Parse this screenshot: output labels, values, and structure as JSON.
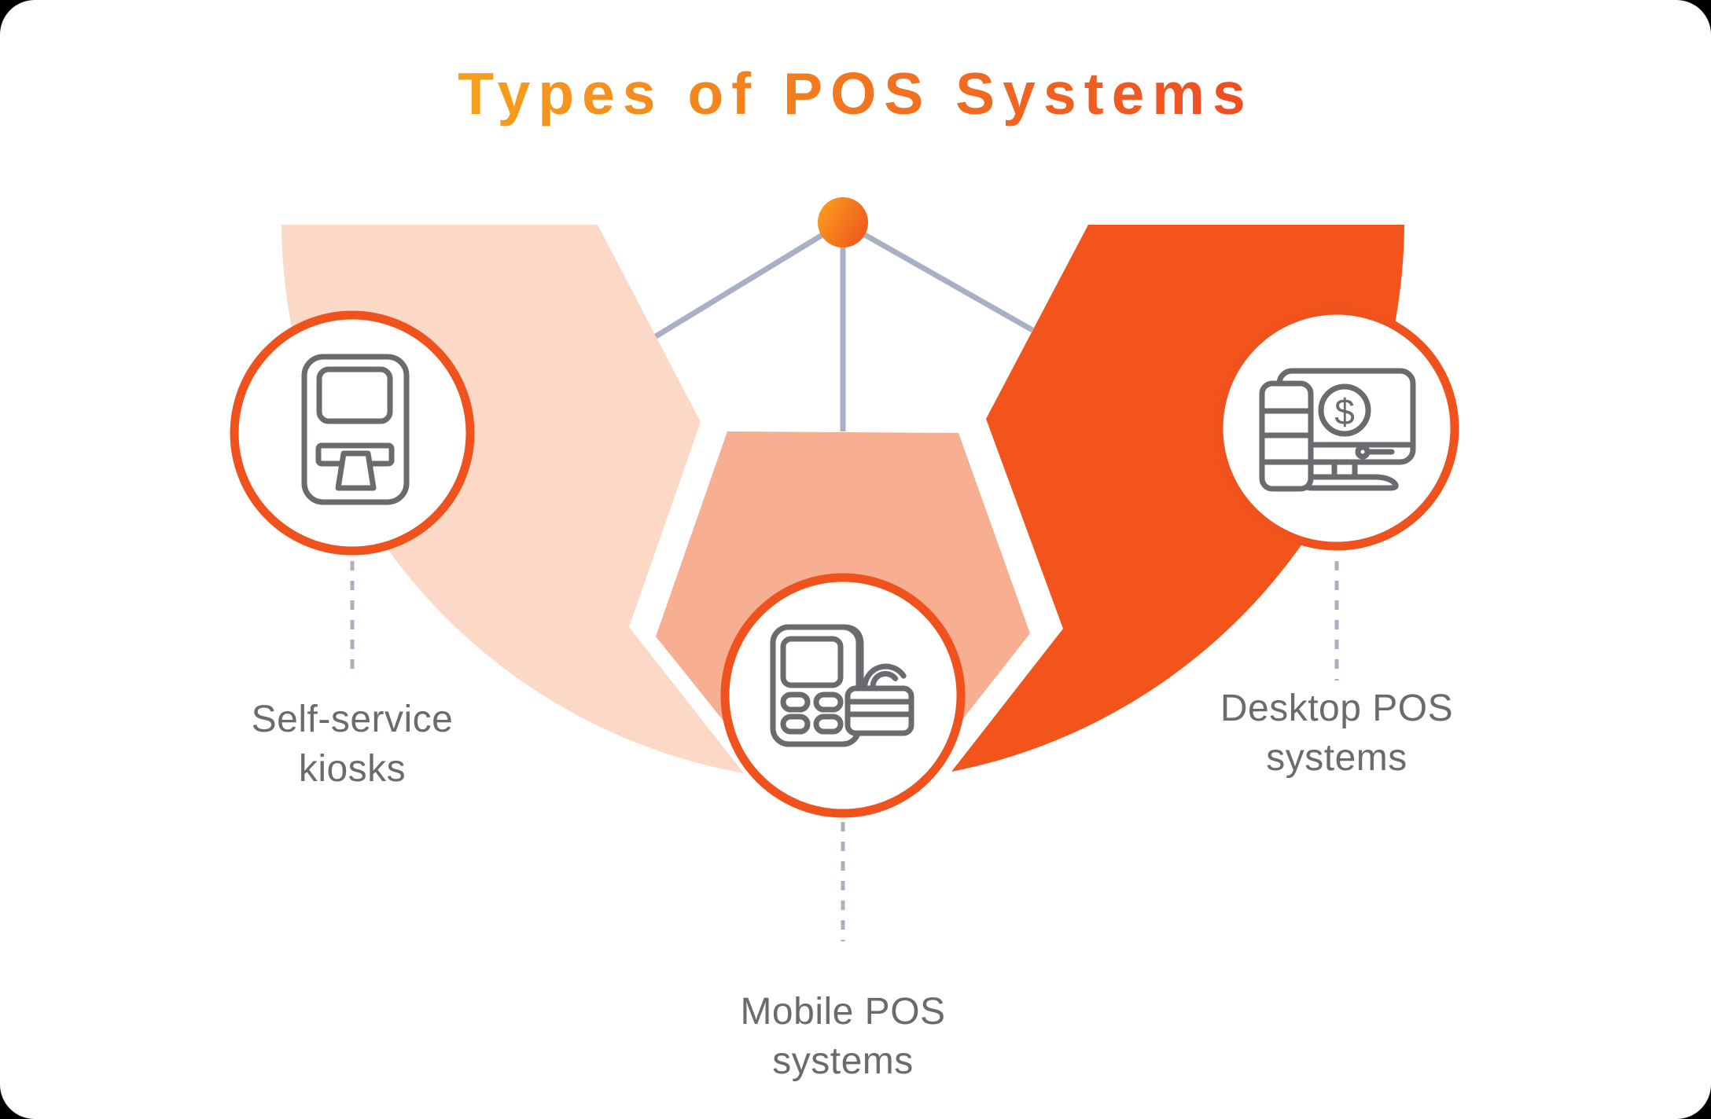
{
  "window": {
    "background": "#000000",
    "canvas_color": "#FFFFFF"
  },
  "title": {
    "text": "Types of POS Systems",
    "gradient_from": "#F7A01D",
    "gradient_to": "#EE4B22"
  },
  "diagram": {
    "dot": {
      "gradient_from": "#F99E1C",
      "gradient_to": "#F0541F"
    },
    "connector_color": "#A9B0C4",
    "ring_color": "#F0521E",
    "icon_stroke": "#6A6B6E",
    "label_color": "#6A6B6E",
    "dollar_glyph": "$",
    "segments": [
      {
        "label": "Self-service kiosks",
        "color": "#FBD9C6",
        "icon": "kiosk-icon"
      },
      {
        "label": "Mobile POS systems",
        "color": "#F8AE90",
        "icon": "mobile-pos-icon"
      },
      {
        "label": "Desktop POS systems",
        "color": "#F2541B",
        "icon": "desktop-pos-icon"
      }
    ]
  }
}
